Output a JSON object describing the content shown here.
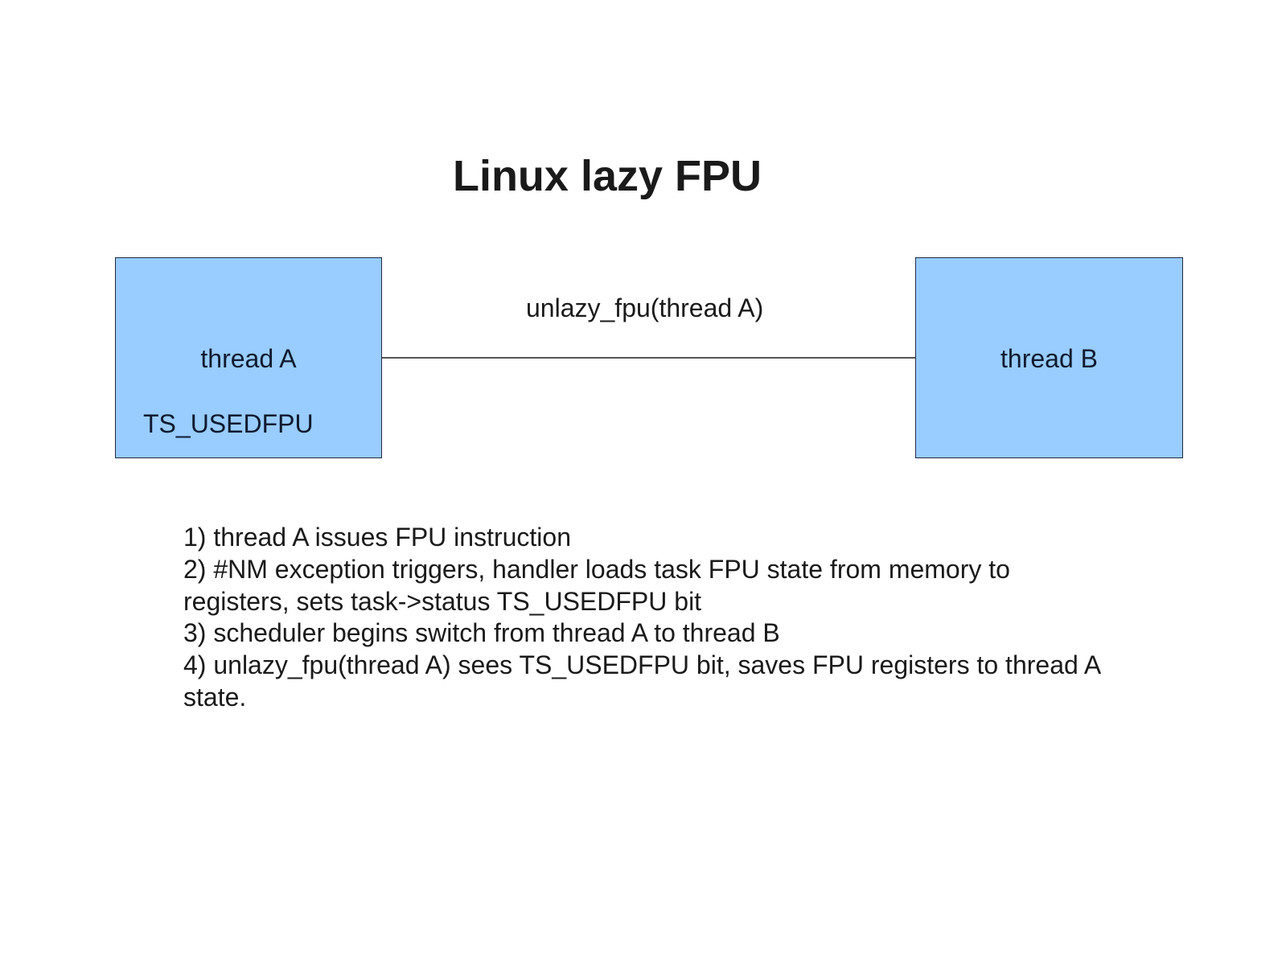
{
  "slide": {
    "title": "Linux lazy FPU"
  },
  "diagram": {
    "box_fill_color": "#99ccff",
    "box_border_color": "#1f2a44",
    "nodes": [
      {
        "id": "thread-a",
        "label": "thread A",
        "flag": "TS_USEDFPU"
      },
      {
        "id": "thread-b",
        "label": "thread B"
      }
    ],
    "edge": {
      "from": "thread-a",
      "to": "thread-b",
      "label": "unlazy_fpu(thread A)"
    }
  },
  "steps": [
    "1) thread A issues FPU instruction",
    "2) #NM exception triggers, handler loads task FPU state from memory to registers, sets task->status TS_USEDFPU bit",
    "3) scheduler begins switch from thread A to thread B",
    "4) unlazy_fpu(thread A) sees TS_USEDFPU bit, saves FPU registers to thread A state."
  ]
}
